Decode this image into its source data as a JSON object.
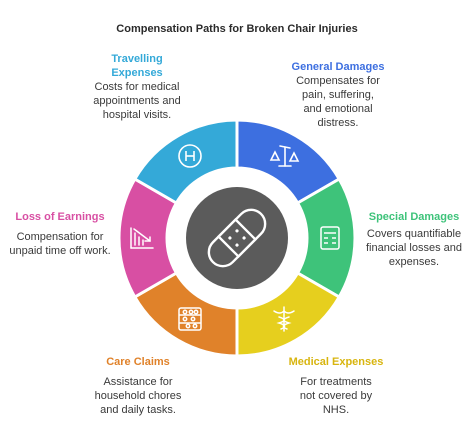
{
  "title": "Compensation Paths for Broken Chair Injuries",
  "colors": {
    "general": "#3d6fe0",
    "special": "#3ec37a",
    "medical": "#e6cf1e",
    "care": "#e0822a",
    "earnings": "#d84fa3",
    "travelling": "#34a9d8",
    "center": "#5b5b5b"
  },
  "segments": [
    {
      "key": "general",
      "heading": "General Damages",
      "description": "Compensates for pain, suffering, and emotional distress.",
      "icon": "scales-icon"
    },
    {
      "key": "special",
      "heading": "Special Damages",
      "description": "Covers quantifiable financial losses and expenses.",
      "icon": "calculator-icon"
    },
    {
      "key": "medical",
      "heading": "Medical Expenses",
      "description": "For treatments not covered by NHS.",
      "icon": "caduceus-icon"
    },
    {
      "key": "care",
      "heading": "Care Claims",
      "description": "Assistance for household chores and daily tasks.",
      "icon": "abacus-icon"
    },
    {
      "key": "earnings",
      "heading": "Loss of Earnings",
      "description": "Compensation for unpaid time off work.",
      "icon": "declining-chart-icon"
    },
    {
      "key": "travelling",
      "heading": "Travelling Expenses",
      "description": "Costs for medical appointments and hospital visits.",
      "icon": "hospital-sign-icon"
    }
  ],
  "center_icon": "bandage-icon"
}
